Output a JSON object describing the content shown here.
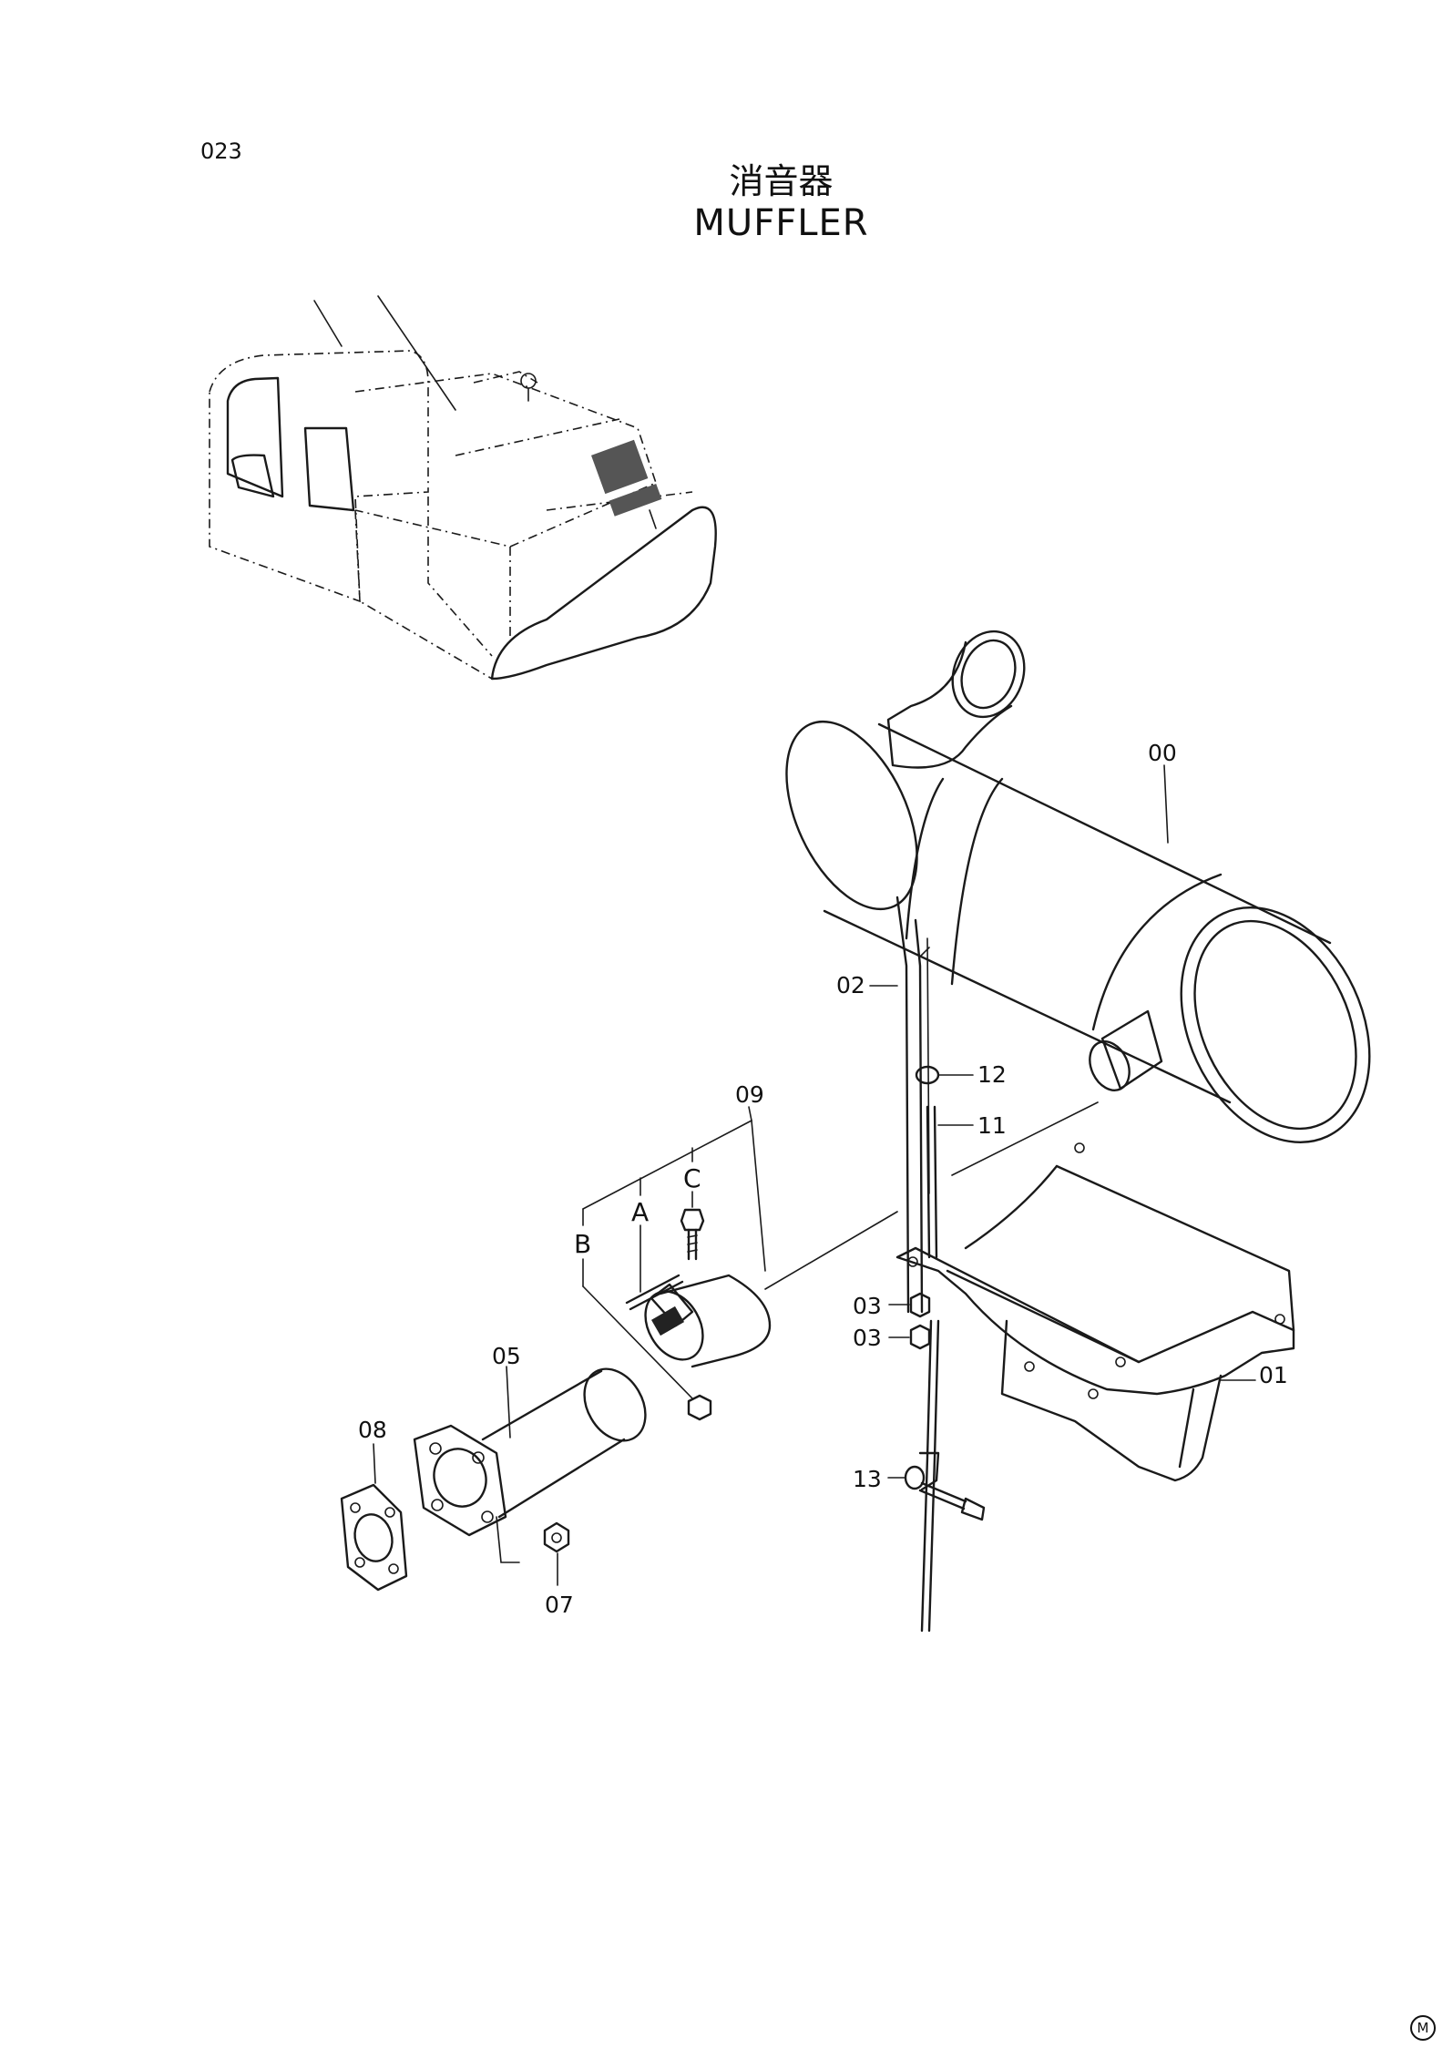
{
  "page": {
    "number": "023"
  },
  "title": {
    "japanese": "消音器",
    "english": "MUFFLER"
  },
  "callouts": {
    "c00": "00",
    "c01": "01",
    "c02": "02",
    "c03a": "03",
    "c03b": "03",
    "c05": "05",
    "c07": "07",
    "c08": "08",
    "c09": "09",
    "c11": "11",
    "c12": "12",
    "c13": "13",
    "cA": "A",
    "cB": "B",
    "cC": "C"
  },
  "footer": {
    "mark": "M"
  }
}
